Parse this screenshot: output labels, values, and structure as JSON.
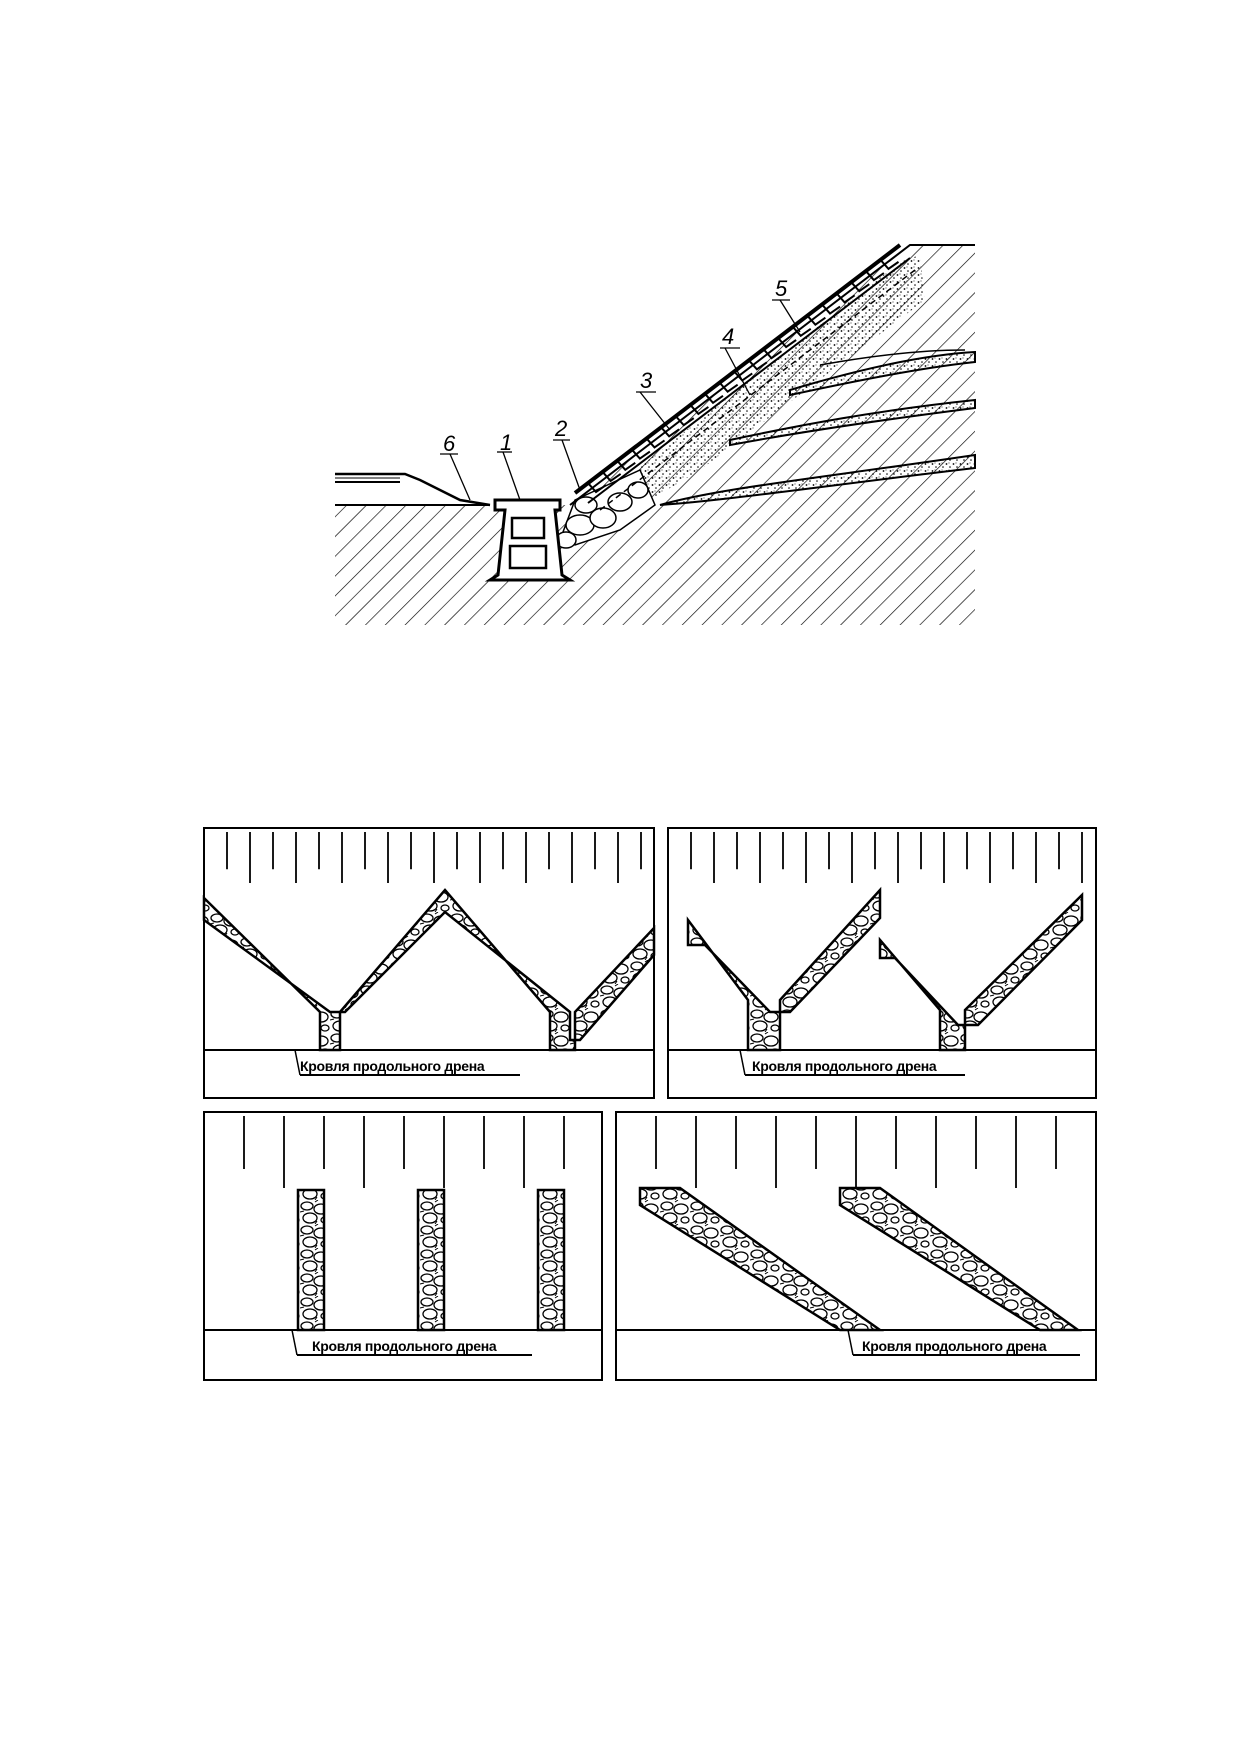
{
  "slope_figure": {
    "callouts": [
      "1",
      "2",
      "3",
      "4",
      "5",
      "6"
    ]
  },
  "drain_panels": [
    {
      "caption": "Кровля продольного дрена"
    },
    {
      "caption": "Кровля продольного дрена"
    },
    {
      "caption": "Кровля продольного дрена"
    },
    {
      "caption": "Кровля продольного дрена"
    }
  ]
}
